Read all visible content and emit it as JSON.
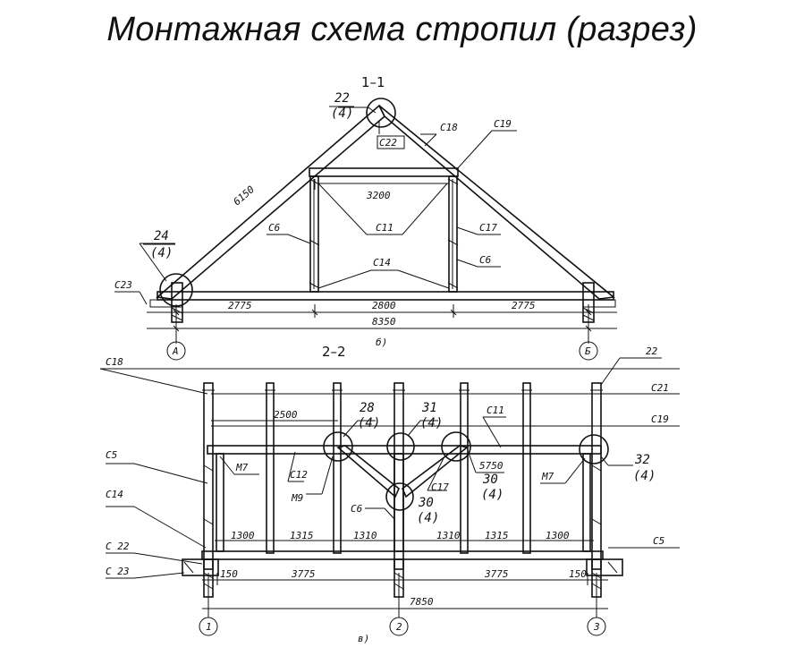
{
  "title": "Монтажная схема стропил (разрез)",
  "section_1": {
    "caption": "1–1",
    "sub": "б)",
    "callout_22": "22",
    "callout_22_sub": "(4)",
    "callout_24": "24",
    "callout_24_sub": "(4)",
    "c18": "С18",
    "c19": "С19",
    "c22": "С22",
    "c11": "С11",
    "c6_left": "С6",
    "c6_right": "С6",
    "c17": "С17",
    "c14": "С14",
    "c23": "С23",
    "dim_rafter": "6150",
    "dim_collar": "3200",
    "dim_left": "2775",
    "dim_mid": "2800",
    "dim_right": "2775",
    "dim_total": "8350",
    "axis_a": "А",
    "axis_b": "Б"
  },
  "section_2": {
    "caption": "2–2",
    "sub": "в)",
    "c18": "С18",
    "c21": "С21",
    "c19": "С19",
    "c11": "С11",
    "c5_left": "С5",
    "c5_right": "С5",
    "c14": "С14",
    "c22": "С 22",
    "c23": "С 23",
    "c12": "С12",
    "c17": "С17",
    "c6": "С6",
    "m7_left": "М7",
    "m7_right": "М7",
    "m9": "М9",
    "callout_22": "22",
    "callout_28": "28",
    "callout_28_sub": "(4)",
    "callout_31": "31",
    "callout_31_sub": "(4)",
    "callout_30a": "30",
    "callout_30a_sub": "(4)",
    "callout_30b": "30",
    "callout_30b_sub": "(4)",
    "callout_32": "32",
    "callout_32_sub": "(4)",
    "dim_2500": "2500",
    "dim_5750": "5750",
    "dim_sp1": "1300",
    "dim_sp2": "1315",
    "dim_sp3": "1310",
    "dim_sp4": "1310",
    "dim_sp5": "1315",
    "dim_sp6": "1300",
    "dim_150_left": "150",
    "dim_3775_left": "3775",
    "dim_3775_right": "3775",
    "dim_150_right": "150",
    "dim_total": "7850",
    "axis_1": "1",
    "axis_2": "2",
    "axis_3": "3"
  }
}
